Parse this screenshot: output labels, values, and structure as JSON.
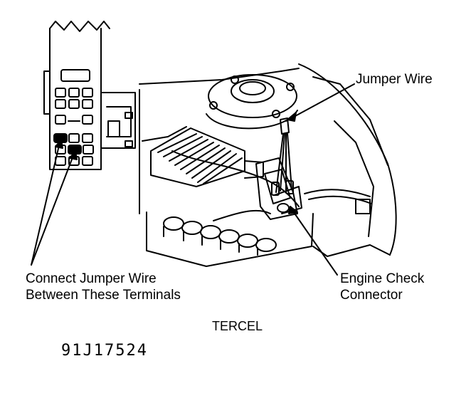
{
  "labels": {
    "jumper_wire": "Jumper Wire",
    "connect_line1": "Connect Jumper Wire",
    "connect_line2": "Between These Terminals",
    "engine_check_line1": "Engine Check",
    "engine_check_line2": "Connector",
    "model": "TERCEL",
    "figure_code": "91J17524"
  },
  "colors": {
    "ink": "#000000",
    "paper": "#ffffff"
  }
}
